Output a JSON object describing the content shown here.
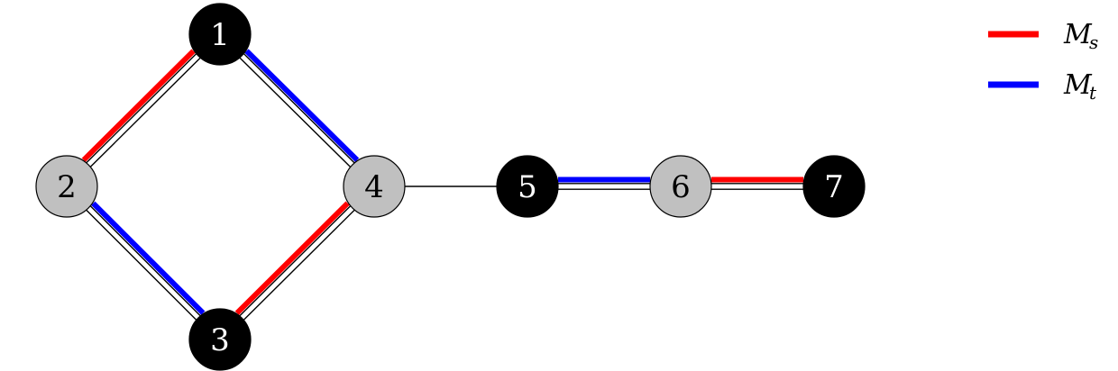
{
  "colors": {
    "matching_s": "#ff0000",
    "matching_t": "#0000ff",
    "node_black": "#000000",
    "node_gray": "#c0c0c0",
    "edge": "#000000"
  },
  "graph": {
    "nodes": [
      {
        "id": "1",
        "label": "1",
        "fill": "black"
      },
      {
        "id": "2",
        "label": "2",
        "fill": "gray"
      },
      {
        "id": "3",
        "label": "3",
        "fill": "black"
      },
      {
        "id": "4",
        "label": "4",
        "fill": "gray"
      },
      {
        "id": "5",
        "label": "5",
        "fill": "black"
      },
      {
        "id": "6",
        "label": "6",
        "fill": "gray"
      },
      {
        "id": "7",
        "label": "7",
        "fill": "black"
      }
    ],
    "edges": [
      {
        "from": "1",
        "to": "2",
        "style": "double",
        "matching": "s"
      },
      {
        "from": "1",
        "to": "4",
        "style": "double",
        "matching": "t"
      },
      {
        "from": "2",
        "to": "3",
        "style": "double",
        "matching": "t"
      },
      {
        "from": "3",
        "to": "4",
        "style": "double",
        "matching": "s"
      },
      {
        "from": "4",
        "to": "5",
        "style": "single",
        "matching": ""
      },
      {
        "from": "5",
        "to": "6",
        "style": "double",
        "matching": "t"
      },
      {
        "from": "6",
        "to": "7",
        "style": "double",
        "matching": "s"
      }
    ]
  },
  "legend": {
    "items": [
      {
        "main": "M",
        "sub": "s",
        "color_key": "matching_s"
      },
      {
        "main": "M",
        "sub": "t",
        "color_key": "matching_t"
      }
    ]
  }
}
